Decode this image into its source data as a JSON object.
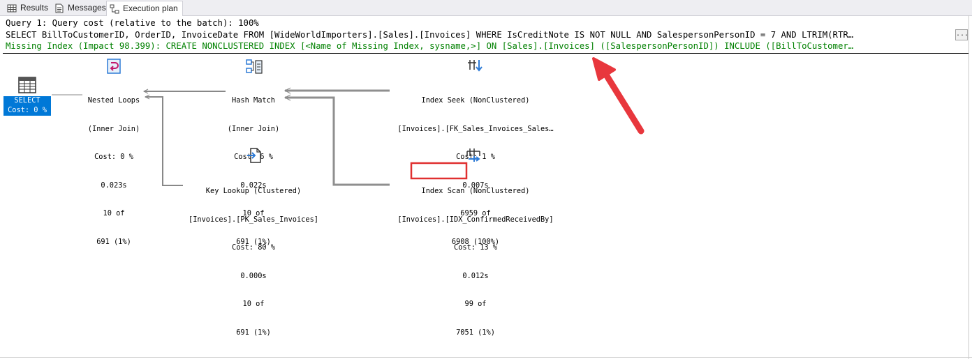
{
  "tabs": [
    {
      "label": "Results",
      "icon": "grid-icon"
    },
    {
      "label": "Messages",
      "icon": "message-icon"
    },
    {
      "label": "Execution plan",
      "icon": "plan-icon"
    }
  ],
  "header": {
    "query_cost": "Query 1: Query cost (relative to the batch): 100%",
    "sql": "SELECT BillToCustomerID, OrderID, InvoiceDate FROM [WideWorldImporters].[Sales].[Invoices] WHERE IsCreditNote IS NOT NULL AND SalespersonPersonID = 7 AND LTRIM(RTR…",
    "missing_index": "Missing Index (Impact 98.399): CREATE NONCLUSTERED INDEX [<Name of Missing Index, sysname,>] ON [Sales].[Invoices] ([SalespersonPersonID]) INCLUDE ([BillToCustomer…",
    "ellipsis": "..."
  },
  "nodes": {
    "select": {
      "line1": "SELECT",
      "line2": "Cost: 0 %"
    },
    "nested_loops": {
      "name": "Nested Loops",
      "sub": "(Inner Join)",
      "cost": "Cost: 0 %",
      "time": "0.023s",
      "rows": "10 of",
      "est": "691 (1%)"
    },
    "hash_match": {
      "name": "Hash Match",
      "sub": "(Inner Join)",
      "cost": "Cost: 6 %",
      "time": "0.022s",
      "rows": "10 of",
      "est": "691 (1%)"
    },
    "index_seek": {
      "name": "Index Seek (NonClustered)",
      "sub": "[Invoices].[FK_Sales_Invoices_Sales…",
      "cost": "Cost: 1 %",
      "time": "0.007s",
      "rows": "6959 of",
      "est": "6908 (100%)"
    },
    "key_lookup": {
      "name": "Key Lookup (Clustered)",
      "sub": "[Invoices].[PK_Sales_Invoices]",
      "cost": "Cost: 80 %",
      "time": "0.000s",
      "rows": "10 of",
      "est": "691 (1%)"
    },
    "index_scan": {
      "name_highlight": "Index Scan",
      "name_rest": " (NonClustered)",
      "sub": "[Invoices].[IDX_ConfirmedReceivedBy]",
      "cost": "Cost: 13 %",
      "time": "0.012s",
      "rows": "99 of",
      "est": "7051 (1%)"
    }
  },
  "colors": {
    "missing_index": "#008000",
    "select_bg": "#0078d7",
    "highlight_box": "#e03030",
    "arrow": "#e8373d"
  }
}
